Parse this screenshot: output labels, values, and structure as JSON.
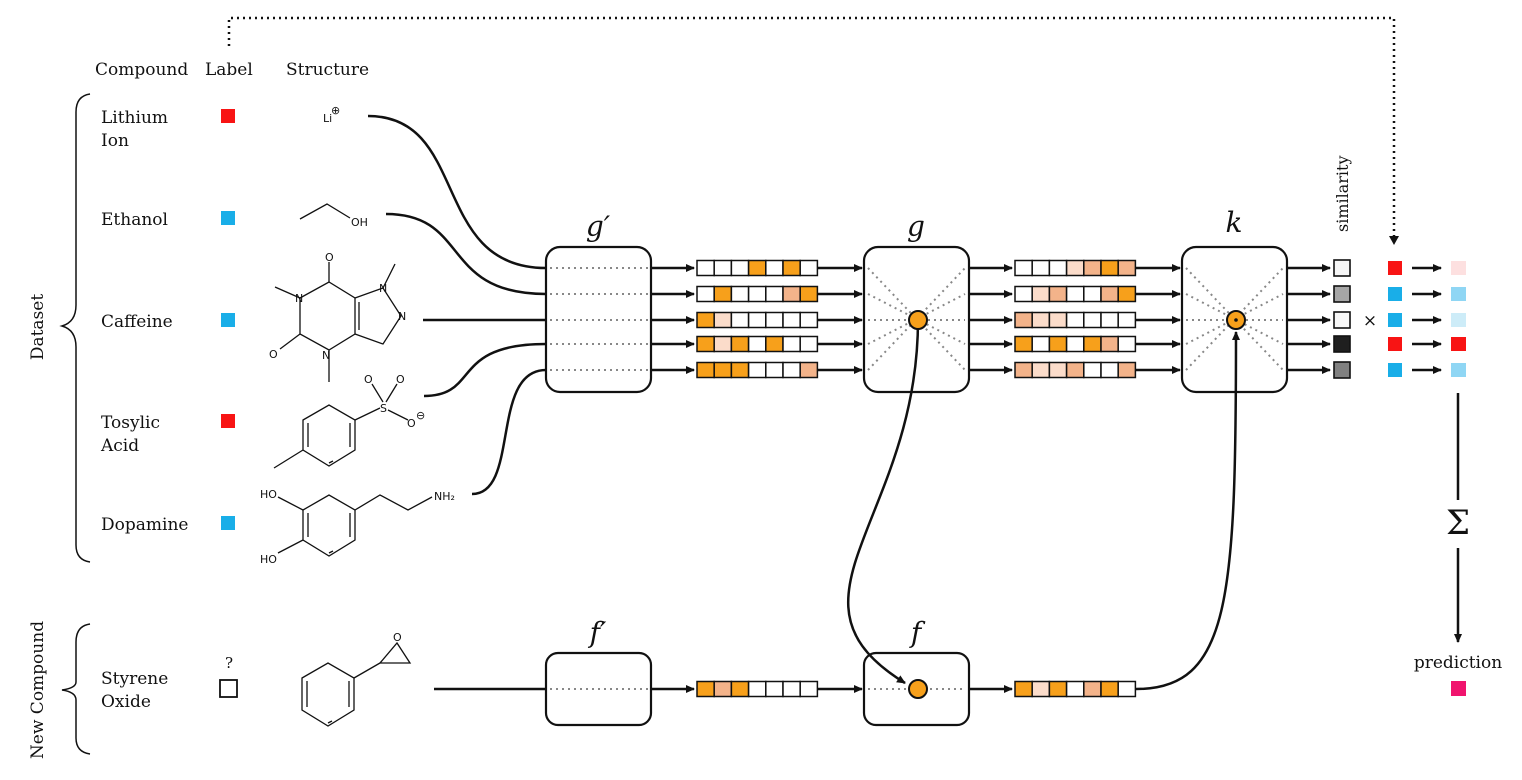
{
  "headers": {
    "compound": "Compound",
    "label": "Label",
    "structure": "Structure"
  },
  "side_labels": {
    "dataset": "Dataset",
    "new_compound": "New Compound"
  },
  "compounds": [
    {
      "name_lines": [
        "Lithium",
        "Ion"
      ],
      "label_color": "#f81414"
    },
    {
      "name_lines": [
        "Ethanol"
      ],
      "label_color": "#19aee8"
    },
    {
      "name_lines": [
        "Caffeine"
      ],
      "label_color": "#19aee8"
    },
    {
      "name_lines": [
        "Tosylic",
        "Acid"
      ],
      "label_color": "#f81414"
    },
    {
      "name_lines": [
        "Dopamine"
      ],
      "label_color": "#19aee8"
    }
  ],
  "new_compound": {
    "name_lines": [
      "Styrene",
      "Oxide"
    ],
    "label": "?"
  },
  "atoms": {
    "li": "Li",
    "oh": "OH",
    "o": "O",
    "n": "N",
    "s": "S",
    "ho": "HO",
    "nh2": "NH₂",
    "plus": "⊕",
    "minus": "⊖"
  },
  "modules": {
    "g_prime": "g′",
    "g": "g",
    "k": "k",
    "f_prime": "f′",
    "f": "f"
  },
  "labels": {
    "similarity": "similarity",
    "times": "×",
    "sum": "Σ",
    "prediction": "prediction"
  },
  "colors": {
    "orange": "#f7a01b",
    "peach": "#f3b38a",
    "light_peach": "#fbdcca",
    "white": "#ffffff",
    "red": "#f81414",
    "blue": "#19aee8",
    "pink_light": "#fde0e0",
    "blue_light": "#8fd6f4",
    "blue_lighter": "#cdecf8",
    "prediction": "#f0146e"
  },
  "embeddings_gprime_out": [
    [
      "white",
      "white",
      "white",
      "orange",
      "white",
      "orange",
      "white"
    ],
    [
      "white",
      "orange",
      "white",
      "white",
      "white",
      "peach",
      "orange"
    ],
    [
      "orange",
      "light_peach",
      "white",
      "white",
      "white",
      "white",
      "white"
    ],
    [
      "orange",
      "light_peach",
      "orange",
      "white",
      "orange",
      "white",
      "white"
    ],
    [
      "orange",
      "orange",
      "orange",
      "white",
      "white",
      "white",
      "peach"
    ]
  ],
  "embeddings_g_out": [
    [
      "white",
      "white",
      "white",
      "light_peach",
      "peach",
      "orange",
      "peach"
    ],
    [
      "white",
      "light_peach",
      "peach",
      "white",
      "white",
      "peach",
      "orange"
    ],
    [
      "peach",
      "light_peach",
      "light_peach",
      "white",
      "white",
      "white",
      "white"
    ],
    [
      "orange",
      "white",
      "orange",
      "white",
      "orange",
      "peach",
      "white"
    ],
    [
      "peach",
      "light_peach",
      "light_peach",
      "peach",
      "white",
      "white",
      "peach"
    ]
  ],
  "embedding_fprime_out": [
    "orange",
    "peach",
    "orange",
    "white",
    "white",
    "white",
    "white"
  ],
  "embedding_f_out": [
    "orange",
    "light_peach",
    "orange",
    "white",
    "peach",
    "orange",
    "white"
  ],
  "similarity_levels": [
    0.04,
    0.35,
    0.03,
    0.88,
    0.5
  ],
  "label_column": [
    "red",
    "blue",
    "blue",
    "red",
    "blue"
  ],
  "weighted_column": [
    "pink_light",
    "blue_light",
    "blue_lighter",
    "red",
    "blue_light"
  ]
}
